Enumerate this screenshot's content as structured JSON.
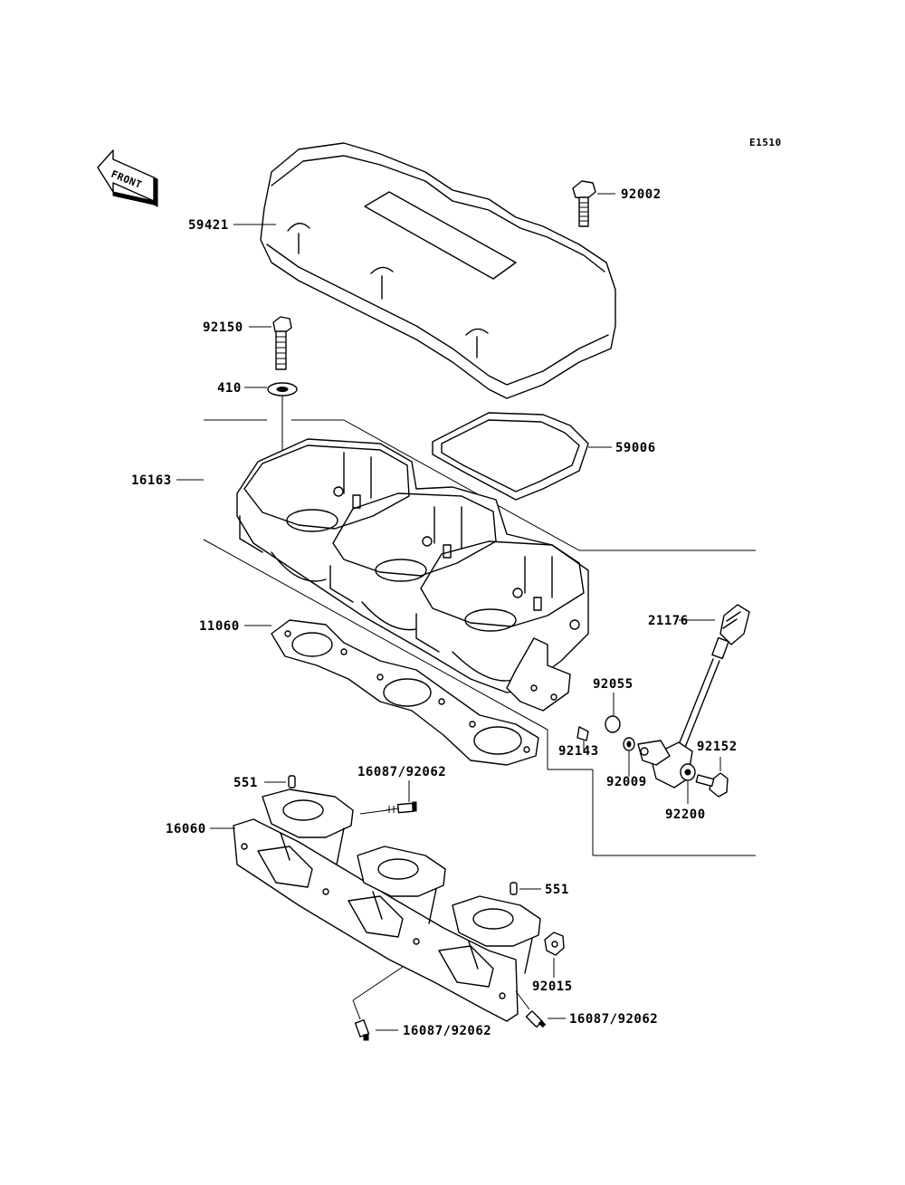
{
  "diagram_code": "E1510",
  "direction_label": "FRONT",
  "parts": [
    {
      "id": "p59421",
      "label": "59421"
    },
    {
      "id": "p92002",
      "label": "92002"
    },
    {
      "id": "p92150",
      "label": "92150"
    },
    {
      "id": "p410",
      "label": "410"
    },
    {
      "id": "p59006",
      "label": "59006"
    },
    {
      "id": "p16163",
      "label": "16163"
    },
    {
      "id": "p11060",
      "label": "11060"
    },
    {
      "id": "p21176",
      "label": "21176"
    },
    {
      "id": "p92055",
      "label": "92055"
    },
    {
      "id": "p92143",
      "label": "92143"
    },
    {
      "id": "p92009",
      "label": "92009"
    },
    {
      "id": "p92152",
      "label": "92152"
    },
    {
      "id": "p92200",
      "label": "92200"
    },
    {
      "id": "p551a",
      "label": "551"
    },
    {
      "id": "p16087a",
      "label": "16087/92062"
    },
    {
      "id": "p16060",
      "label": "16060"
    },
    {
      "id": "p551b",
      "label": "551"
    },
    {
      "id": "p92015",
      "label": "92015"
    },
    {
      "id": "p16087b",
      "label": "16087/92062"
    },
    {
      "id": "p16087c",
      "label": "16087/92062"
    }
  ]
}
